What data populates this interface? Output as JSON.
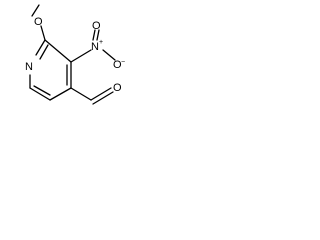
{
  "atoms": {
    "methoxy_oxygen": "O",
    "ring_nitrogen": "N",
    "nitro_nitrogen": "N",
    "nitro_nitrogen_charge": "+",
    "nitro_oxygen_double": "O",
    "nitro_oxygen_single": "O",
    "nitro_oxygen_charge": "−",
    "aldehyde_oxygen": "O"
  },
  "colors": {
    "bond": "#000000",
    "label": "#000000",
    "background": "#ffffff"
  }
}
